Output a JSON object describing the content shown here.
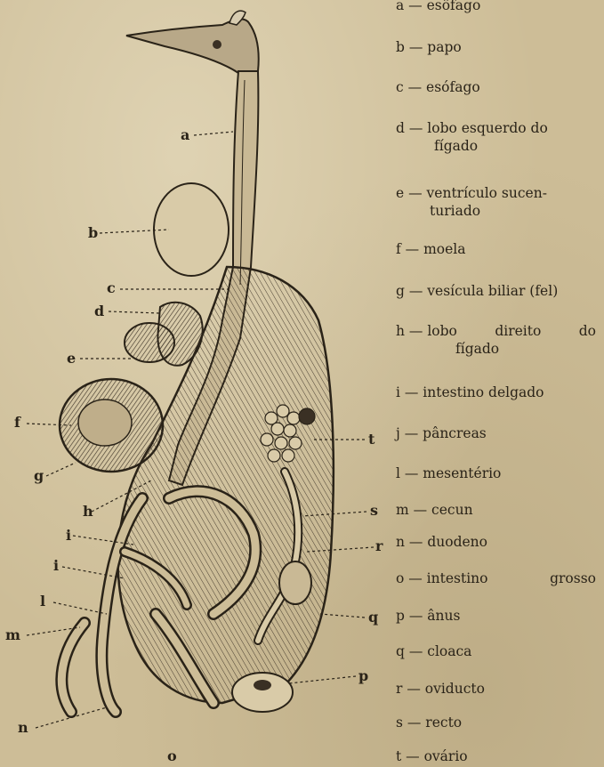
{
  "diagram": {
    "labels": {
      "a": "a",
      "b": "b",
      "c": "c",
      "d": "d",
      "e": "e",
      "f": "f",
      "g": "g",
      "h": "h",
      "i1": "i",
      "i2": "i",
      "l": "l",
      "m": "m",
      "n": "n",
      "o": "o",
      "p": "p",
      "q": "q",
      "r": "r",
      "s": "s",
      "t": "t"
    }
  },
  "legend": {
    "a": {
      "text": "a — esôfago"
    },
    "b": {
      "text": "b — papo"
    },
    "c": {
      "text": "c — esófago"
    },
    "d": {
      "line1": "d — lobo esquerdo do",
      "line2": "fígado"
    },
    "e": {
      "line1": "e — ventrículo sucen-",
      "line2": "turiado"
    },
    "f": {
      "text": "f — moela"
    },
    "g": {
      "text": "g — vesícula biliar (fel)"
    },
    "h": {
      "line1a": "h — lobo",
      "line1b": "direito",
      "line1c": "do",
      "line2": "fígado"
    },
    "i": {
      "text": "i — intestino delgado"
    },
    "j": {
      "text": "j — pâncreas"
    },
    "l": {
      "text": "l — mesentério"
    },
    "m": {
      "text": "m — cecun"
    },
    "n": {
      "text": "n — duodeno"
    },
    "o": {
      "line1a": "o — intestino",
      "line1b": "grosso"
    },
    "p": {
      "text": "p — ânus"
    },
    "q": {
      "text": "q — cloaca"
    },
    "r": {
      "text": "r — oviducto"
    },
    "s": {
      "text": "s — recto"
    },
    "t": {
      "text": "t — ovário"
    }
  }
}
